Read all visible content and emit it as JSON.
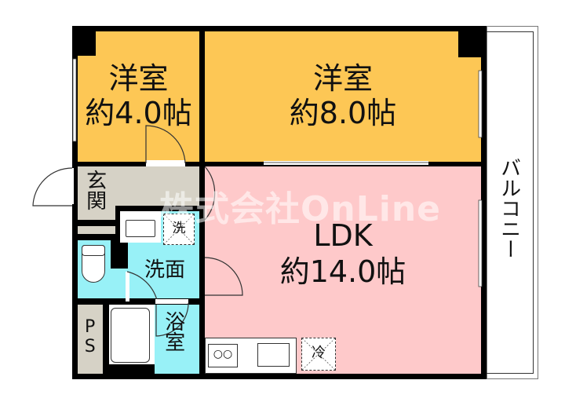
{
  "floorplan": {
    "rooms": {
      "western_small": {
        "name": "洋室",
        "area": "約4.0帖"
      },
      "western_large": {
        "name": "洋室",
        "area": "約8.0帖"
      },
      "ldk": {
        "name": "LDK",
        "area": "約14.0帖"
      },
      "entrance": {
        "name": "玄関"
      },
      "washroom": {
        "name": "洗面"
      },
      "bathroom": {
        "name": "浴室"
      },
      "pipe_space": {
        "name": "PS"
      },
      "balcony": {
        "name": "バルコニー"
      }
    },
    "fixtures": {
      "washer_label": "洗",
      "fridge_label": "冷",
      "stove_label": "○○"
    },
    "watermark": "株式会社OnLine",
    "colors": {
      "western": "#fdc755",
      "ldk": "#fec9ca",
      "wet_area": "#98f1f7",
      "entrance": "#d6d2c6",
      "wall": "#000000"
    }
  }
}
